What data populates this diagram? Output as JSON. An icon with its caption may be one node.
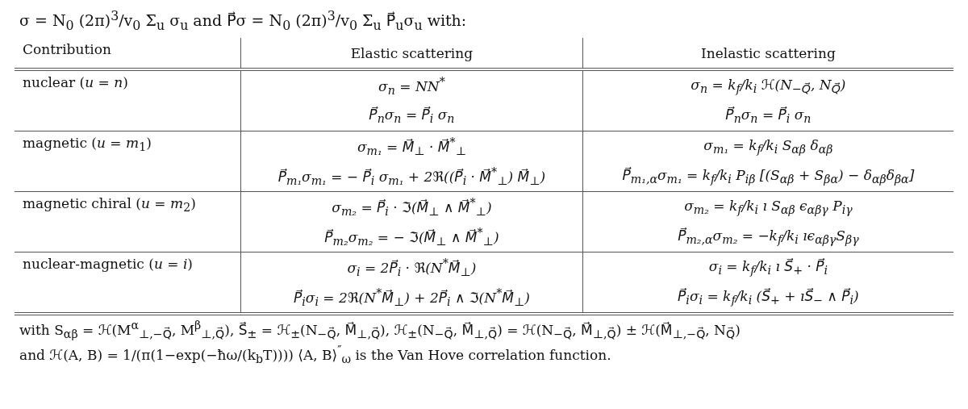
{
  "diagram": {
    "title": "σ = N$_{0}$ (2π)$^{3}$/v$_{0}$ Σ$_{u}$ σ$_{u}$ and P⃗σ = N$_{0}$ (2π)$^{3}$/v$_{0}$ Σ$_{u}$ P⃗$_{u}$σ$_{u}$ with:",
    "labels": [
      "Contribution",
      "Elastic scattering",
      "Inelastic scattering",
      "nuclear (*u* = *n*)",
      "σ$_{n}$ = NN$^{*}$",
      "σ$_{n}$ = k$_{f}$/k$_{i}$ ℋ(N$_{−Q⃗}$, N$_{Q⃗}$)",
      "P⃗$_{n}$σ$_{n}$ = P⃗$_{i}$ σ$_{n}$",
      "P⃗$_{n}$σ$_{n}$ = P⃗$_{i}$ σ$_{n}$",
      "magnetic (*u* = *m*$_{1}$)",
      "σ$_{m₁}$ = M⃗$_{⊥}$ · M⃗$^{*}$$_{⊥}$",
      "σ$_{m₁}$ = k$_{f}$/k$_{i}$ S$_{αβ}$ δ$_{αβ}$",
      "P⃗$_{m₁}$σ$_{m₁}$ = − P⃗$_{i}$ σ$_{m₁}$ + 2ℜ((P⃗$_{i}$ · M⃗$^{*}$$_{⊥}$) M⃗$_{⊥}$)",
      "P⃗$_{m₁,α}$σ$_{m₁}$ = k$_{f}$/k$_{i}$ P$_{iβ}$ [(S$_{αβ}$ + S$_{βα}$) − δ$_{αβ}$δ$_{βα}$]",
      "magnetic chiral (*u* = *m*$_{2}$)",
      "σ$_{m₂}$ = P⃗$_{i}$ · ℑ(M⃗$_{⊥}$ ∧ M⃗$^{*}$$_{⊥}$)",
      "σ$_{m₂}$ = k$_{f}$/k$_{i}$ ı S$_{αβ}$ ϵ$_{αβγ}$ P$_{iγ}$",
      "P⃗$_{m₂}$σ$_{m₂}$ = − ℑ(M⃗$_{⊥}$ ∧ M⃗$^{*}$$_{⊥}$)",
      "P⃗$_{m₂,α}$σ$_{m₂}$ = −k$_{f}$/k$_{i}$ ıϵ$_{αβγ}$S$_{βγ}$",
      "nuclear-magnetic (*u* = *i*)",
      "σ$_{i}$ = 2P⃗$_{i}$ · ℜ(N$^{*}$M⃗$_{⊥}$)",
      "σ$_{i}$ = k$_{f}$/k$_{i}$ ı S⃗$_{+}$ · P⃗$_{i}$",
      "P⃗$_{i}$σ$_{i}$ = 2ℜ(N$^{*}$M⃗$_{⊥}$) + 2P⃗$_{i}$ ∧ ℑ(N$^{*}$M⃗$_{⊥}$)",
      "P⃗$_{i}$σ$_{i}$ = k$_{f}$/k$_{i}$ (S⃗$_{+}$ + ıS⃗$_{−}$ ∧ P⃗$_{i}$)",
      "with S$_{αβ}$ = ℋ(M$^{α}$$_{⊥,−Q⃗}$, M$^{β}$$_{⊥,Q⃗}$), S⃗$_{±}$ = ℋ$_{±}$(N$_{−Q⃗}$, M⃗$_{⊥,Q⃗}$), ℋ$_{±}$(N$_{−Q⃗}$, M⃗$_{⊥,Q⃗}$) = ℋ(N$_{−Q⃗}$, M⃗$_{⊥,Q⃗}$) ± ℋ(M⃗$_{⊥,−Q⃗}$, N$_{Q⃗}$)",
      "and ℋ(A, B) = 1/(π(1−exp(−ħω/(k$_{b}$T)))) ⟨A, B⟩$^{″}$$_{ω}$ is the Van Hove correlation function."
    ]
  }
}
